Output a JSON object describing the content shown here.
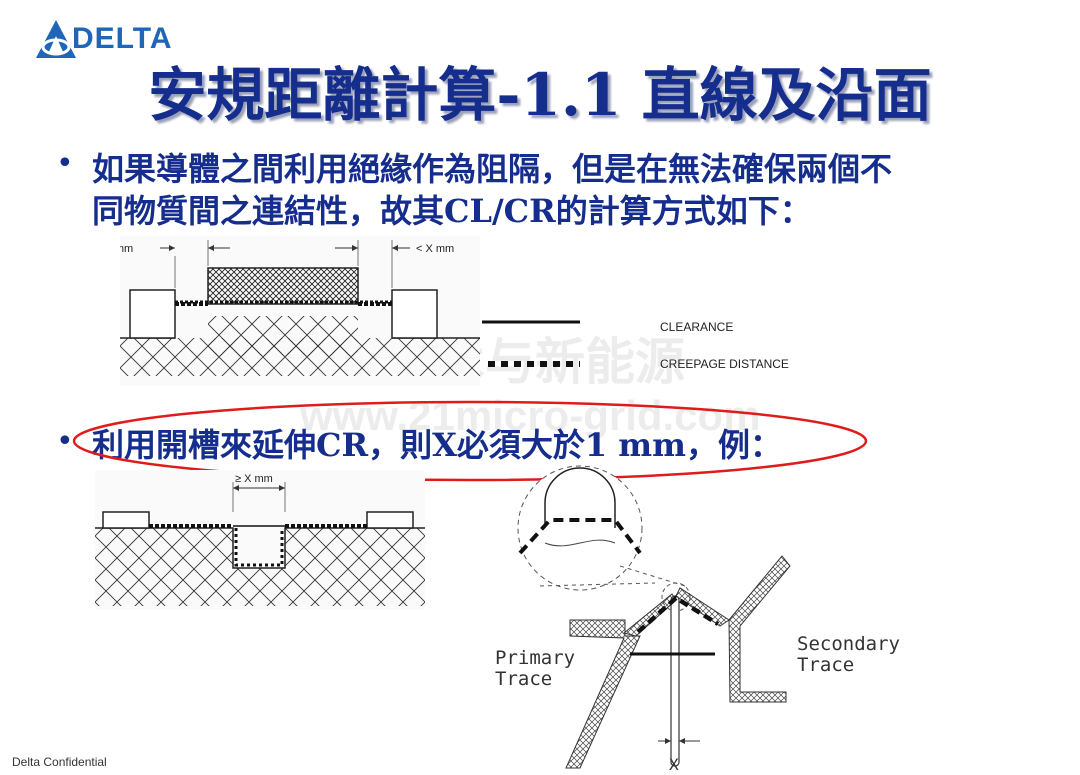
{
  "logo": {
    "text": "DELTA",
    "color": "#1f66b8"
  },
  "title": "安規距離計算-1.1 直線及沿面",
  "bullets": [
    {
      "lines": [
        "如果導體之間利用絕緣作為阻隔，但是在無法確保兩個不",
        "同物質間之連結性，故其CL/CR的計算方式如下："
      ]
    },
    {
      "lines": [
        "利用開槽來延伸CR，則X必須大於1 mm，例："
      ]
    }
  ],
  "diagram1": {
    "label_left": "< X mm",
    "label_right": "< X mm"
  },
  "legend": {
    "clearance": "CLEARANCE",
    "creepage": "CREEPAGE DISTANCE"
  },
  "diagram2": {
    "label": "≥ X mm"
  },
  "diagram3": {
    "primary_1": "Primary",
    "primary_2": "Trace",
    "secondary_1": "Secondary",
    "secondary_2": "Trace",
    "x_label": "X"
  },
  "watermarks": [
    "電子技术与新能源",
    "www.21micro-grid.com"
  ],
  "footer": "Delta Confidential",
  "colors": {
    "title": "#152d8c",
    "ellipse": "#e01b1b"
  }
}
